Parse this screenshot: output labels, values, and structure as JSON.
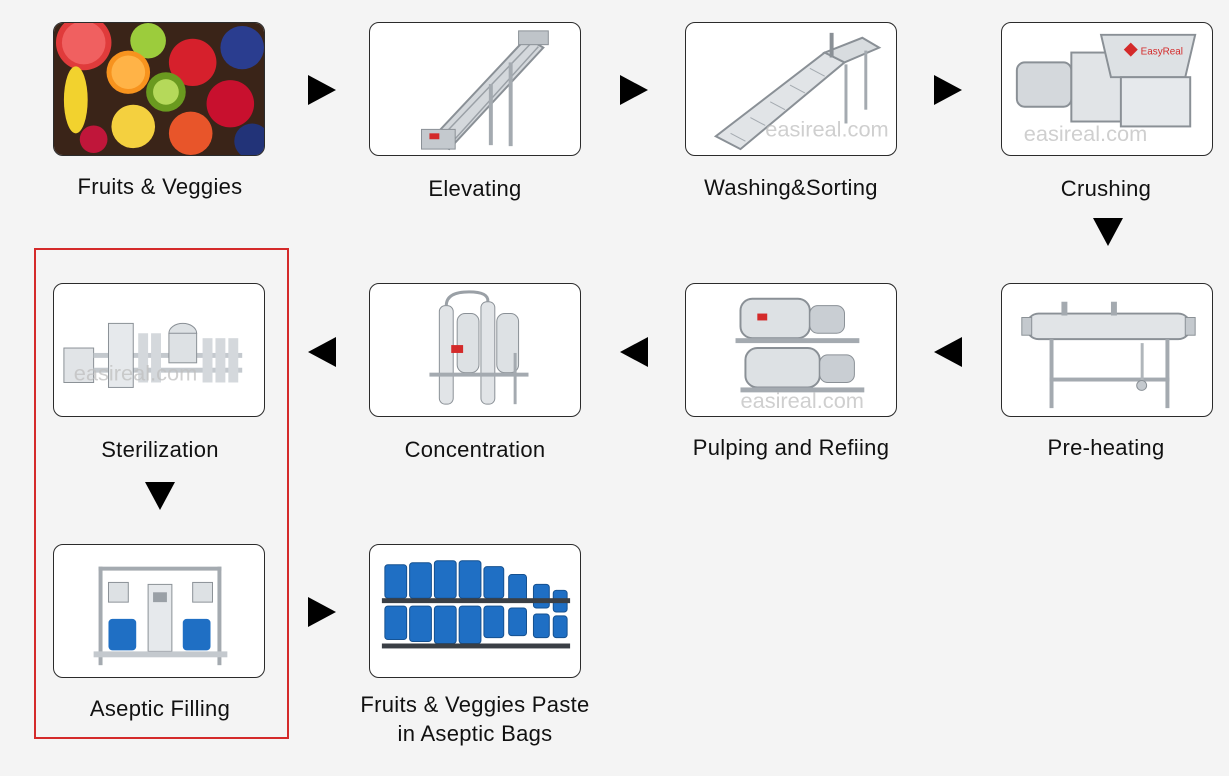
{
  "steps": {
    "s1": {
      "label": "Fruits & Veggies"
    },
    "s2": {
      "label": "Elevating"
    },
    "s3": {
      "label": "Washing&Sorting"
    },
    "s4": {
      "label": "Crushing"
    },
    "s5": {
      "label": "Pre-heating"
    },
    "s6": {
      "label": "Pulping and Refiing"
    },
    "s7": {
      "label": "Concentration"
    },
    "s8": {
      "label": "Sterilization"
    },
    "s9": {
      "label": "Aseptic Filling"
    },
    "s10": {
      "label_line1": "Fruits & Veggies Paste",
      "label_line2": "in Aseptic Bags"
    }
  },
  "watermark": "easireal.com",
  "brand_badge": "EasyReal",
  "colors": {
    "highlight": "#d42a2a",
    "arrow": "#000000",
    "steel": "#c9ced3",
    "drum_blue": "#1f6fc4"
  }
}
